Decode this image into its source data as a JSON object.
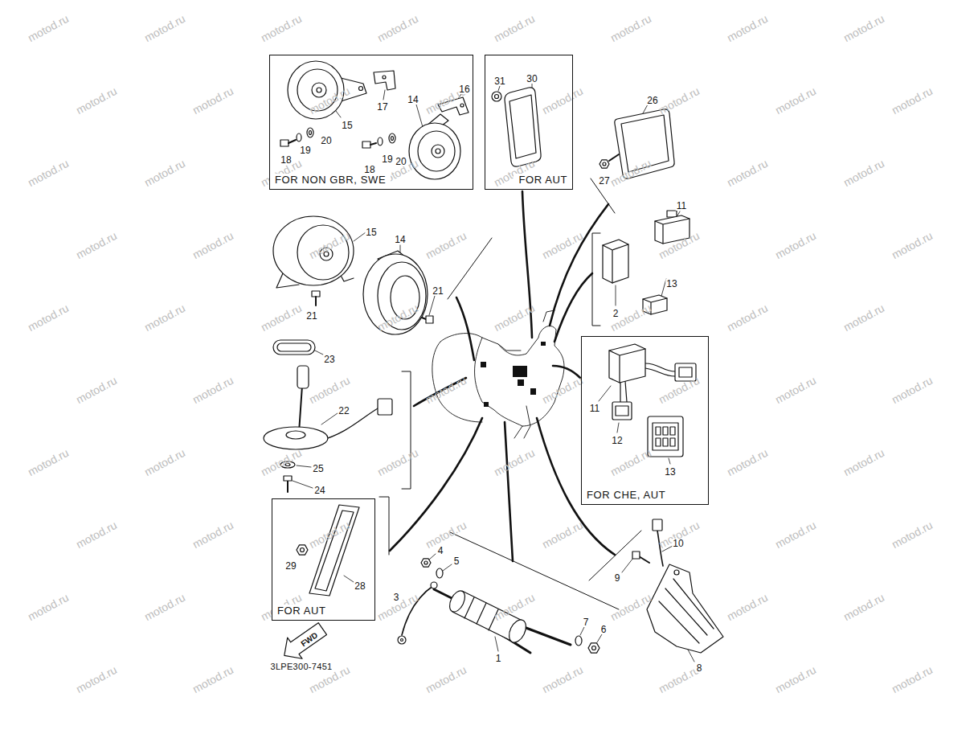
{
  "diagram": {
    "nodes": [
      {
        "text": [
          "FOR NON GBR, SWE"
        ]
      },
      {
        "text": [
          "FOR AUT"
        ]
      },
      {
        "text": [
          "FOR CHE, AUT"
        ]
      },
      {
        "text": [
          "FOR AUT"
        ]
      }
    ],
    "labels": [
      "31",
      "30",
      "26",
      "27",
      "11",
      "13",
      "2",
      "11",
      "12",
      "13",
      "15",
      "17",
      "16",
      "14",
      "18",
      "19",
      "20",
      "18",
      "19",
      "20",
      "15",
      "14",
      "21",
      "21",
      "23",
      "22",
      "25",
      "24",
      "29",
      "28",
      "4",
      "5",
      "3",
      "1",
      "7",
      "6",
      "9",
      "10",
      "8",
      "FWD",
      "3LPE300-7451",
      "motod.ru",
      "motod.ru",
      "motod.ru",
      "motod.ru",
      "motod.ru",
      "motod.ru",
      "motod.ru",
      "motod.ru",
      "motod.ru",
      "motod.ru",
      "motod.ru",
      "motod.ru",
      "motod.ru",
      "motod.ru",
      "motod.ru",
      "motod.ru",
      "motod.ru",
      "motod.ru",
      "motod.ru",
      "motod.ru",
      "motod.ru",
      "motod.ru",
      "motod.ru",
      "motod.ru",
      "motod.ru",
      "motod.ru",
      "motod.ru",
      "motod.ru",
      "motod.ru",
      "motod.ru",
      "motod.ru",
      "motod.ru",
      "motod.ru",
      "motod.ru",
      "motod.ru",
      "motod.ru",
      "motod.ru",
      "motod.ru",
      "motod.ru",
      "motod.ru",
      "motod.ru",
      "motod.ru",
      "motod.ru",
      "motod.ru",
      "motod.ru",
      "motod.ru",
      "motod.ru",
      "motod.ru",
      "motod.ru",
      "motod.ru",
      "motod.ru",
      "motod.ru",
      "motod.ru",
      "motod.ru",
      "motod.ru",
      "motod.ru",
      "motod.ru",
      "motod.ru",
      "motod.ru",
      "motod.ru",
      "motod.ru",
      "motod.ru",
      "motod.ru",
      "motod.ru",
      "motod.ru",
      "motod.ru",
      "motod.ru",
      "motod.ru",
      "motod.ru",
      "motod.ru",
      "motod.ru",
      "motod.ru",
      "motod.ru",
      "motod.ru",
      "motod.ru",
      "motod.ru",
      "motod.ru",
      "motod.ru",
      "motod.ru",
      "motod.ru"
    ]
  }
}
